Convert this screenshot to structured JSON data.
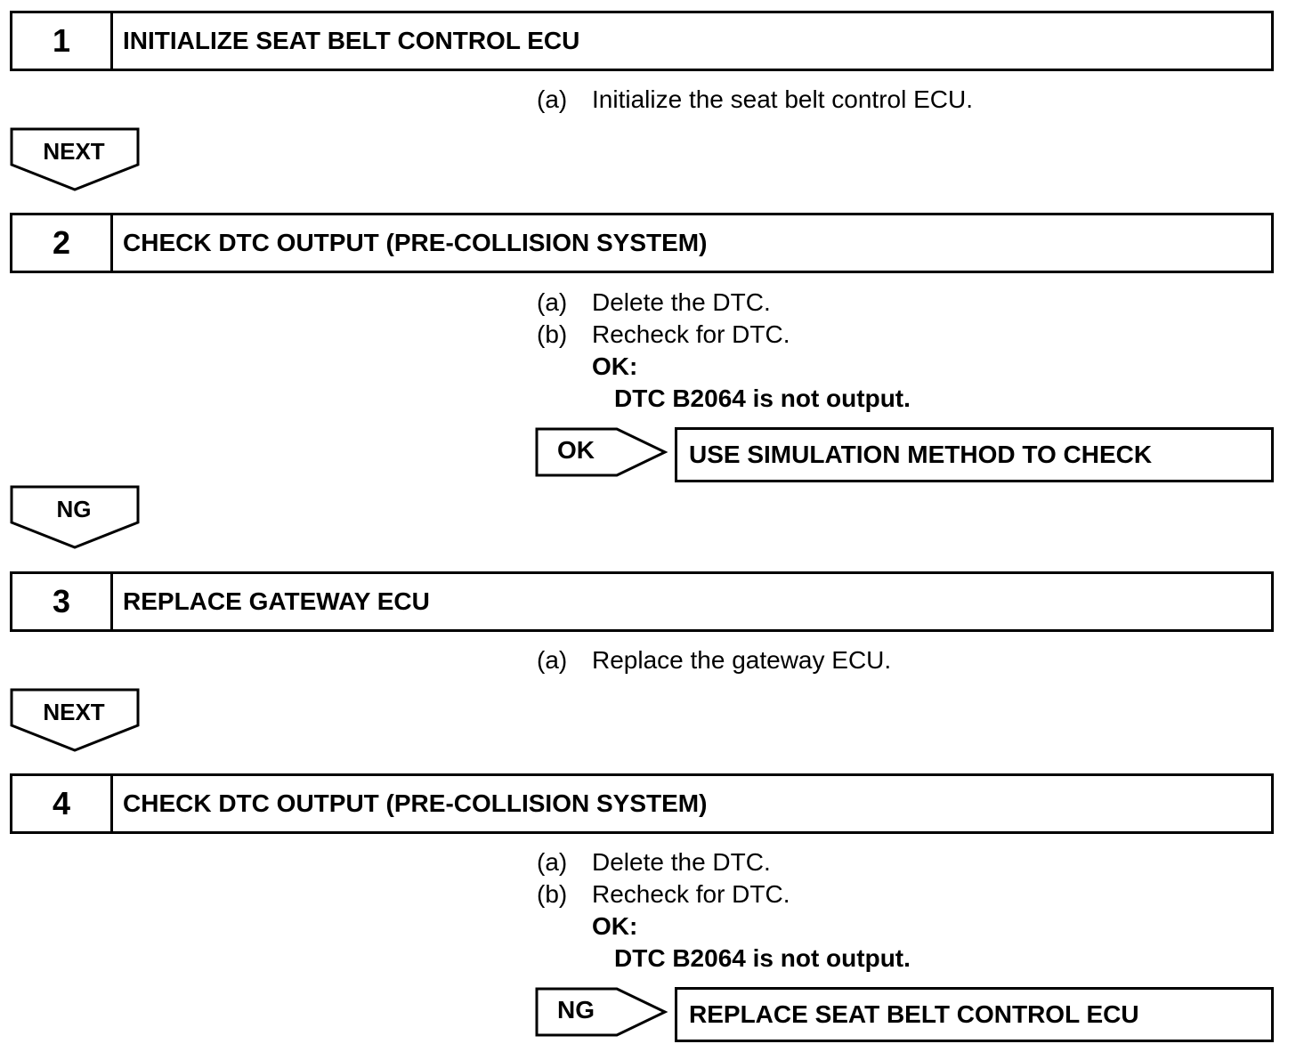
{
  "steps": [
    {
      "number": "1",
      "title": "INITIALIZE SEAT BELT CONTROL ECU"
    },
    {
      "number": "2",
      "title": "CHECK DTC OUTPUT (PRE-COLLISION SYSTEM)"
    },
    {
      "number": "3",
      "title": "REPLACE GATEWAY ECU"
    },
    {
      "number": "4",
      "title": "CHECK DTC OUTPUT (PRE-COLLISION SYSTEM)"
    }
  ],
  "instructions": {
    "step1": [
      {
        "label": "(a)",
        "text": "Initialize the seat belt control ECU."
      }
    ],
    "step2": [
      {
        "label": "(a)",
        "text": "Delete the DTC."
      },
      {
        "label": "(b)",
        "text": "Recheck for DTC."
      }
    ],
    "step3": [
      {
        "label": "(a)",
        "text": "Replace the gateway ECU."
      }
    ],
    "step4": [
      {
        "label": "(a)",
        "text": "Delete the DTC."
      },
      {
        "label": "(b)",
        "text": "Recheck for DTC."
      }
    ]
  },
  "criteria": {
    "step2": {
      "heading": "OK:",
      "text": "DTC B2064 is not output."
    },
    "step4": {
      "heading": "OK:",
      "text": "DTC B2064 is not output."
    }
  },
  "flow": {
    "after_step1": "NEXT",
    "after_step2": "NG",
    "after_step3": "NEXT"
  },
  "branches": {
    "step2": {
      "condition": "OK",
      "result": "USE SIMULATION METHOD TO CHECK"
    },
    "step4": {
      "condition": "NG",
      "result": "REPLACE SEAT BELT CONTROL ECU"
    }
  }
}
